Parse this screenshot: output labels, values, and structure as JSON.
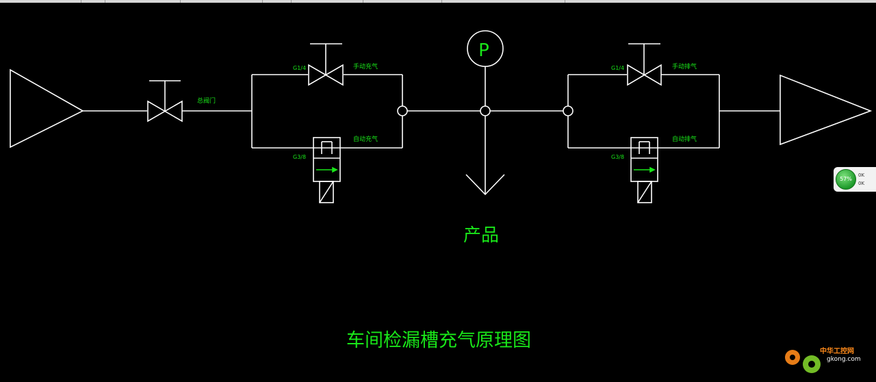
{
  "diagram": {
    "title": "车间检漏槽充气原理图",
    "product_label": "产品",
    "gauge_letter": "P",
    "labels": {
      "main_valve": "总阀门",
      "left_manual_size": "G1/4",
      "left_manual_name": "手动充气",
      "left_auto_size": "G3/8",
      "left_auto_name": "自动充气",
      "right_manual_size": "G1/4",
      "right_manual_name": "手动排气",
      "right_auto_size": "G3/8",
      "right_auto_name": "自动排气"
    },
    "line_color": "#ffffff",
    "label_color": "#19e619"
  },
  "network_widget": {
    "percent": "57%",
    "up": "0K",
    "down": "0K",
    "accent": "#2aa84a"
  },
  "watermark": {
    "name": "中华工控网",
    "url": "gkong.com"
  }
}
